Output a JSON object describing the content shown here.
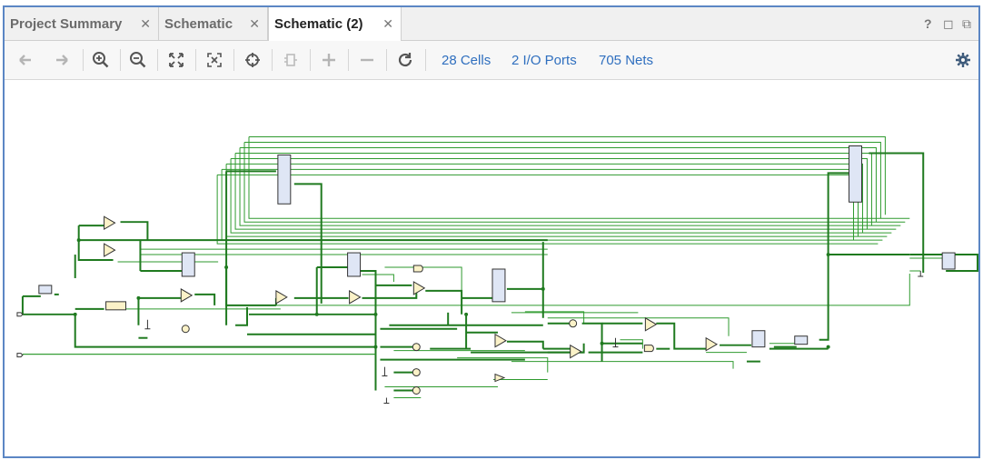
{
  "tabs": [
    {
      "label": "Project Summary",
      "active": false
    },
    {
      "label": "Schematic",
      "active": false
    },
    {
      "label": "Schematic (2)",
      "active": true
    }
  ],
  "window_controls": {
    "help": "?",
    "restore": "◻",
    "float": "⧉"
  },
  "toolbar": {
    "icons": [
      "back-icon",
      "forward-icon",
      "zoom-in-icon",
      "zoom-out-icon",
      "zoom-fit-icon",
      "fit-selection-icon",
      "center-icon",
      "collapse-icon",
      "expand-icon",
      "remove-icon",
      "refresh-icon"
    ],
    "stats": {
      "cells": "28 Cells",
      "ports": "2 I/O Ports",
      "nets": "705 Nets"
    },
    "settings_icon": "gear-icon"
  },
  "colors": {
    "wire": "#2a8a2a",
    "wire_bold": "#1f7a1f",
    "cell_fill": "#dfe6f5",
    "gate_fill": "#fbf2c8",
    "frame": "#5b86c4",
    "link": "#2f6fbf"
  }
}
